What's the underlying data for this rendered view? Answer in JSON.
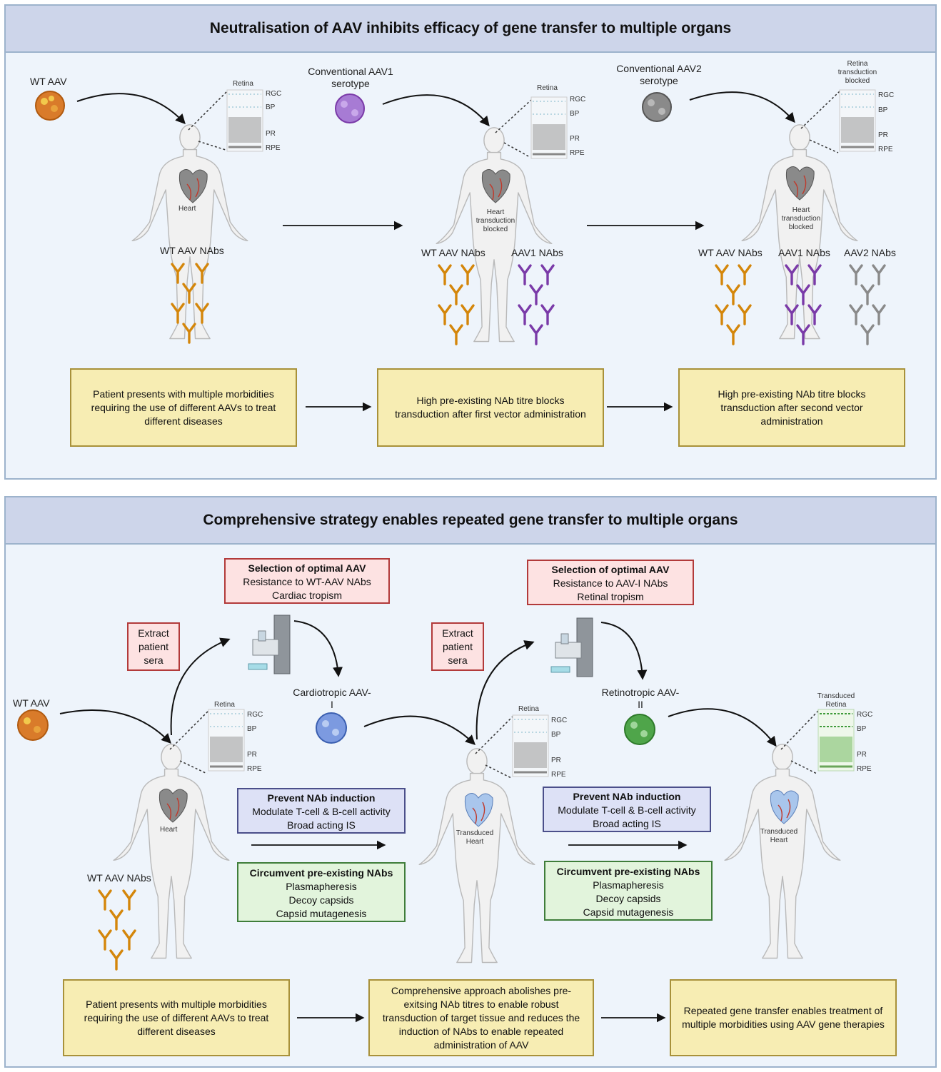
{
  "top": {
    "title": "Neutralisation of AAV inhibits efficacy of gene transfer to multiple organs",
    "wt_aav": "WT AAV",
    "aav1_label": "Conventional AAV1 serotype",
    "aav2_label": "Conventional AAV2 serotype",
    "retina": "Retina",
    "retina_blocked": "Retina transduction blocked",
    "layers": [
      "RGC",
      "BP",
      "PR",
      "RPE"
    ],
    "heart": "Heart",
    "heart_blocked": "Heart transduction blocked",
    "nab_wt": "WT AAV NAbs",
    "nab_aav1": "AAV1 NAbs",
    "nab_aav2": "AAV2 NAbs",
    "boxes": [
      "Patient presents with multiple morbidities requiring the use of different AAVs to treat different diseases",
      "High pre-existing NAb titre blocks transduction after first vector administration",
      "High pre-existing NAb titre blocks transduction after second vector administration"
    ]
  },
  "bottom": {
    "title": "Comprehensive strategy enables repeated gene transfer to multiple organs",
    "wt_aav": "WT AAV",
    "extract": "Extract patient sera",
    "selection1": {
      "head": "Selection of optimal AAV",
      "line1": "Resistance to WT-AAV NAbs",
      "line2": "Cardiac tropism"
    },
    "selection2": {
      "head": "Selection of optimal AAV",
      "line1": "Resistance to AAV-I NAbs",
      "line2": "Retinal tropism"
    },
    "cardio": "Cardiotropic AAV-I",
    "retino": "Retinotropic AAV-II",
    "retina": "Retina",
    "retina_transduced": "Transduced Retina",
    "layers": [
      "RGC",
      "BP",
      "PR",
      "RPE"
    ],
    "heart": "Heart",
    "heart_transduced": "Transduced Heart",
    "nab_wt": "WT AAV NAbs",
    "prevent": {
      "head": "Prevent NAb induction",
      "line1": "Modulate T-cell & B-cell activity",
      "line2": "Broad acting IS"
    },
    "circumvent": {
      "head": "Circumvent pre-existing NAbs",
      "line1": "Plasmapheresis",
      "line2": "Decoy capsids",
      "line3": "Capsid mutagenesis"
    },
    "boxes": [
      "Patient presents with multiple morbidities requiring the use of different AAVs to treat different diseases",
      "Comprehensive approach abolishes pre-exitsing NAb titres to enable robust transduction of target tissue and reduces the induction of NAbs to enable repeated administration of AAV",
      "Repeated gene transfer enables treatment of multiple morbidities using AAV gene therapies"
    ]
  },
  "colors": {
    "wt": "#d4860a",
    "aav1": "#7a3aa8",
    "aav2": "#8a8a8a",
    "cardio": "#5b7fd0",
    "retino": "#3f9a3a"
  }
}
